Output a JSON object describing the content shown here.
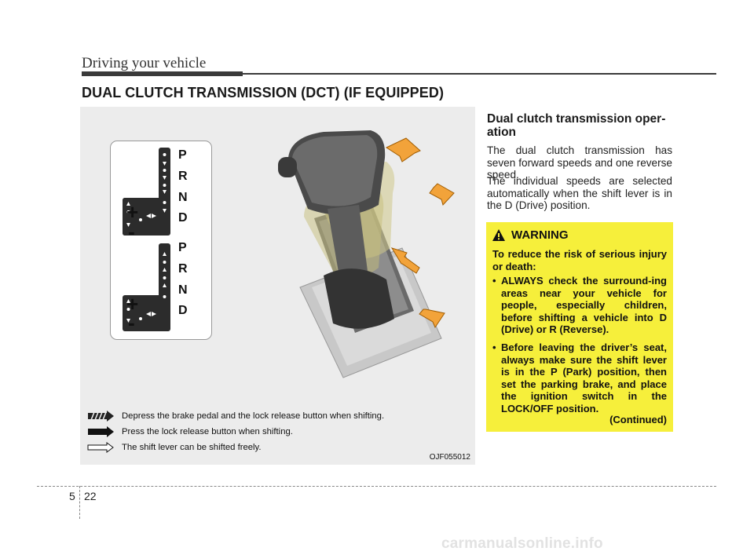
{
  "header": {
    "title": "Driving your vehicle"
  },
  "section": {
    "title": "DUAL CLUTCH TRANSMISSION (DCT) (IF EQUIPPED)"
  },
  "figure": {
    "gate_top": {
      "letters": [
        "P",
        "R",
        "N",
        "D"
      ],
      "plus": "+",
      "minus": "-"
    },
    "gate_bottom": {
      "letters": [
        "P",
        "R",
        "N",
        "D"
      ],
      "plus": "+",
      "minus": "-"
    },
    "legend": [
      {
        "icon": "striped-arrow-icon",
        "text": "Depress the brake pedal and the lock release button when shifting."
      },
      {
        "icon": "solid-arrow-icon",
        "text": "Press the lock release button when shifting."
      },
      {
        "icon": "outline-arrow-icon",
        "text": "The shift lever can be shifted freely."
      }
    ],
    "code": "OJF055012",
    "colors": {
      "arrow_orange": "#f2a33a",
      "panel_bg": "#ececec"
    }
  },
  "content": {
    "heading": "Dual clutch transmission oper-ation",
    "para1": "The dual clutch transmission has seven forward speeds and one reverse speed.",
    "para2": "The individual speeds are selected automatically when the shift lever is in the D (Drive) position."
  },
  "warning": {
    "title": "WARNING",
    "intro": "To reduce the risk of serious injury or death:",
    "bullets": [
      "ALWAYS check the surround-ing areas near your vehicle for people, especially children, before shifting a vehicle into D (Drive) or R (Reverse).",
      "Before leaving the driver’s seat, always make sure the shift lever is in the P (Park) position, then set the parking brake, and place the ignition switch in the LOCK/OFF position."
    ],
    "continued": "(Continued)",
    "bg_color": "#f6ef3b"
  },
  "footer": {
    "section": "5",
    "page": "22"
  },
  "watermark": "carmanualsonline.info"
}
